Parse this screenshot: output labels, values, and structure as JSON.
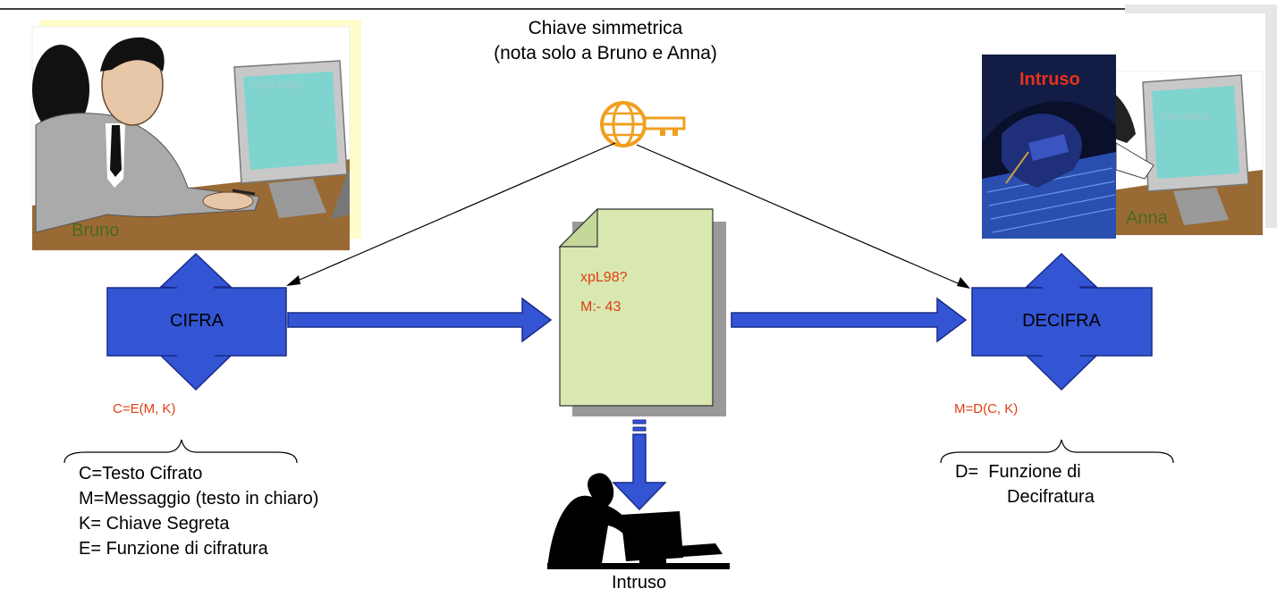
{
  "key": {
    "title_line1": "Chiave simmetrica",
    "title_line2": "(nota solo a Bruno e Anna)"
  },
  "bruno": {
    "name": "Bruno",
    "screen_text": "Ciao Anna"
  },
  "anna": {
    "name": "Anna",
    "screen_text": "Ciao Anna",
    "intruder_label": "Intruso"
  },
  "cifra": {
    "label": "CIFRA",
    "formula": "C=E(M, K)",
    "legend": [
      "C=Testo Cifrato",
      "M=Messaggio (testo in chiaro)",
      "K= Chiave Segreta",
      "E= Funzione di cifratura"
    ]
  },
  "document": {
    "line1": "xpL98?",
    "line2": "M:- 43"
  },
  "decifra": {
    "label": "DECIFRA",
    "formula": "M=D(C, K)",
    "legend": [
      "D=  Funzione di",
      "Decifratura"
    ]
  },
  "intruder_bottom": {
    "label": "Intruso"
  },
  "colors": {
    "arrow_blue": "#3355d4",
    "arrow_stroke": "#1a2a8a",
    "formula_red": "#e03c12",
    "doc_fill": "#d8e8b0",
    "name_green": "#4a6a1e",
    "key_orange": "#f0a020"
  }
}
